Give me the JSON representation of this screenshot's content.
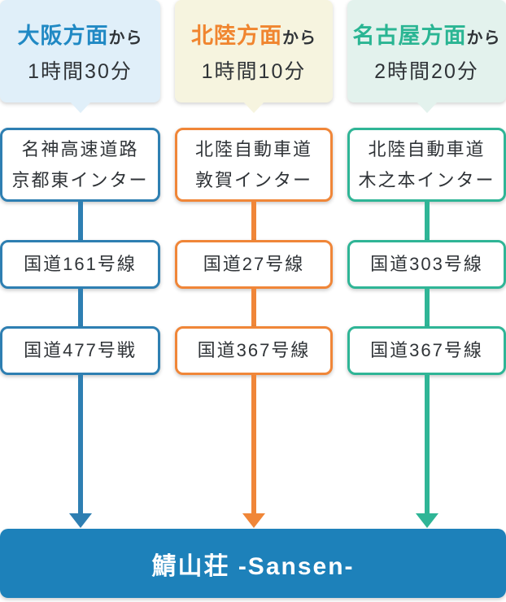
{
  "page": {
    "background": "#ffffff"
  },
  "columns": [
    {
      "origin": "大阪方面",
      "origin_suffix": "から",
      "duration": "1時間30分",
      "accent": "#2e7fb2",
      "title_color": "#2089c4",
      "header_bg": "#e0eff9",
      "steps": [
        {
          "line1": "名神高速道路",
          "line2": "京都東インター"
        },
        {
          "line1": "国道161号線",
          "line2": ""
        },
        {
          "line1": "国道477号戦",
          "line2": ""
        }
      ]
    },
    {
      "origin": "北陸方面",
      "origin_suffix": "から",
      "duration": "1時間10分",
      "accent": "#f08638",
      "title_color": "#f0852f",
      "header_bg": "#f6f4df",
      "steps": [
        {
          "line1": "北陸自動車道",
          "line2": "敦賀インター"
        },
        {
          "line1": "国道27号線",
          "line2": ""
        },
        {
          "line1": "国道367号線",
          "line2": ""
        }
      ]
    },
    {
      "origin": "名古屋方面",
      "origin_suffix": "から",
      "duration": "2時間20分",
      "accent": "#2fb596",
      "title_color": "#2ab593",
      "header_bg": "#e3f2ed",
      "steps": [
        {
          "line1": "北陸自動車道",
          "line2": "木之本インター"
        },
        {
          "line1": "国道303号線",
          "line2": ""
        },
        {
          "line1": "国道367号線",
          "line2": ""
        }
      ]
    }
  ],
  "destination": {
    "label": "鯖山荘 -Sansen-",
    "bar_color": "#1d81ba",
    "text_color": "#ffffff"
  }
}
